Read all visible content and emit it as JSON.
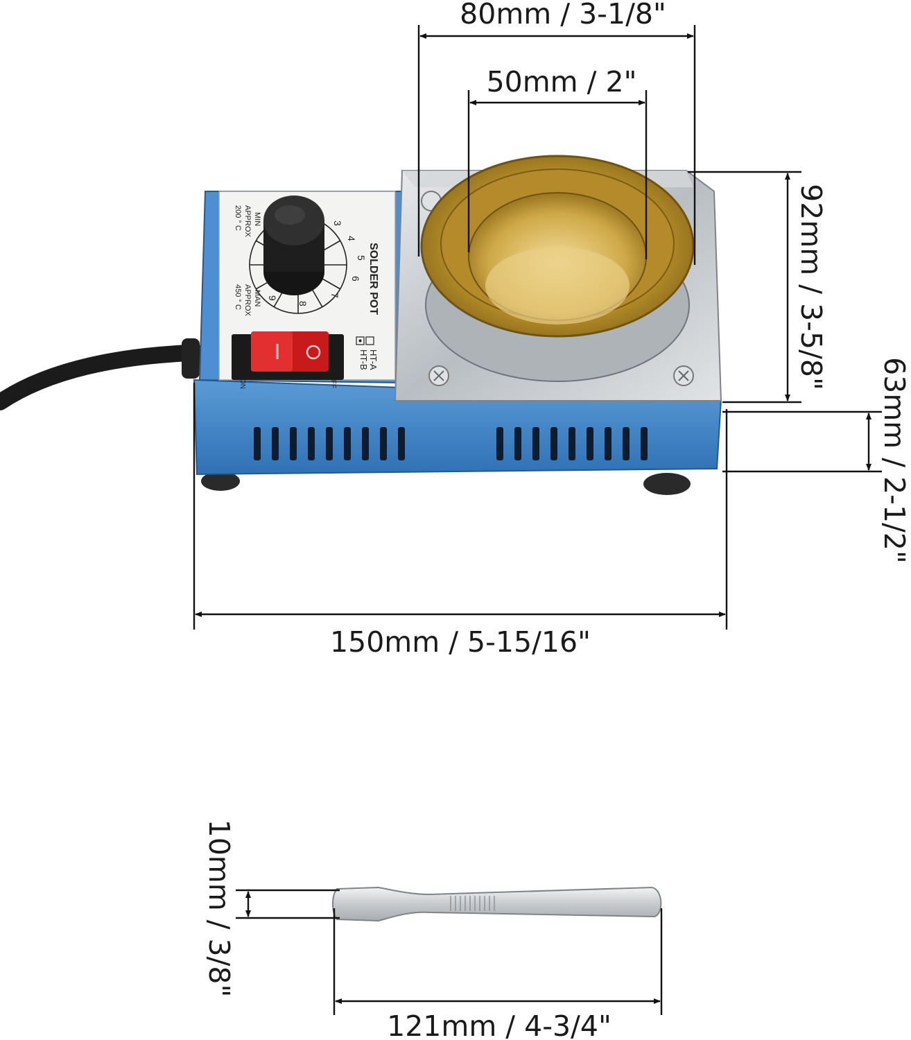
{
  "dimensions": {
    "outer_diameter": "80mm / 3-1/8\"",
    "inner_diameter": "50mm / 2\"",
    "depth": "92mm / 3-5/8\"",
    "base_height": "63mm / 2-1/2\"",
    "length": "150mm / 5-15/16\"",
    "spatula_width": "10mm / 3/8\"",
    "spatula_length": "121mm / 4-3/4\""
  },
  "panel": {
    "title": "SOLDER POT",
    "min_label": "MIN",
    "min_approx": "APPROX",
    "min_temp": "200 ° C",
    "max_label": "MAN",
    "max_approx": "APPROX",
    "max_temp": "450 ° C",
    "mode_a": "HT-A",
    "mode_b": "HT-B",
    "switch_on": "ON",
    "switch_off": "OFF",
    "dial_numbers": [
      "3",
      "4",
      "5",
      "6",
      "7",
      "8",
      "9"
    ]
  },
  "colors": {
    "body_blue": "#3f86c9",
    "brass": "#c9a23c",
    "switch_red": "#c81a1a",
    "steel": "#c9ccd0"
  }
}
